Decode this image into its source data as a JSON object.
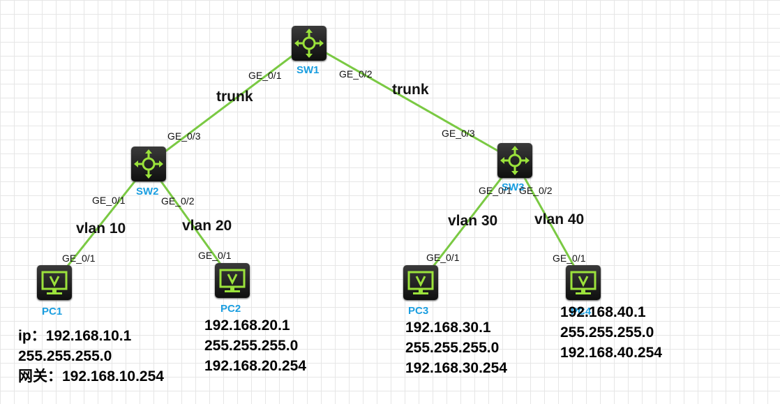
{
  "devices": {
    "sw1": {
      "name": "SW1"
    },
    "sw2": {
      "name": "SW2"
    },
    "sw3": {
      "name": "SW3"
    },
    "pc1": {
      "name": "PC1"
    },
    "pc2": {
      "name": "PC2"
    },
    "pc3": {
      "name": "PC3"
    },
    "pc4": {
      "name": "PC4"
    }
  },
  "link_color": "#7ac943",
  "ports": {
    "sw1_ge01": "GE_0/1",
    "sw1_ge02": "GE_0/2",
    "sw2_ge03": "GE_0/3",
    "sw3_ge03": "GE_0/3",
    "sw2_ge01": "GE_0/1",
    "sw2_ge02": "GE_0/2",
    "sw3_ge01": "GE_0/1",
    "sw3_ge02": "GE_0/2",
    "pc1_ge01": "GE_0/1",
    "pc2_ge01": "GE_0/1",
    "pc3_ge01": "GE_0/1",
    "pc4_ge01": "GE_0/1"
  },
  "links": {
    "trunk_left": "trunk",
    "trunk_right": "trunk",
    "vlan10": "vlan 10",
    "vlan20": "vlan 20",
    "vlan30": "vlan 30",
    "vlan40": "vlan 40"
  },
  "pc_info": {
    "pc1": {
      "ip": "ip：192.168.10.1",
      "mask": "255.255.255.0",
      "gw": "网关：192.168.10.254"
    },
    "pc2": {
      "ip": "192.168.20.1",
      "mask": "255.255.255.0",
      "gw": "192.168.20.254"
    },
    "pc3": {
      "ip": "192.168.30.1",
      "mask": "255.255.255.0",
      "gw": "192.168.30.254"
    },
    "pc4": {
      "ip": "192.168.40.1",
      "mask": "255.255.255.0",
      "gw": "192.168.40.254"
    }
  }
}
